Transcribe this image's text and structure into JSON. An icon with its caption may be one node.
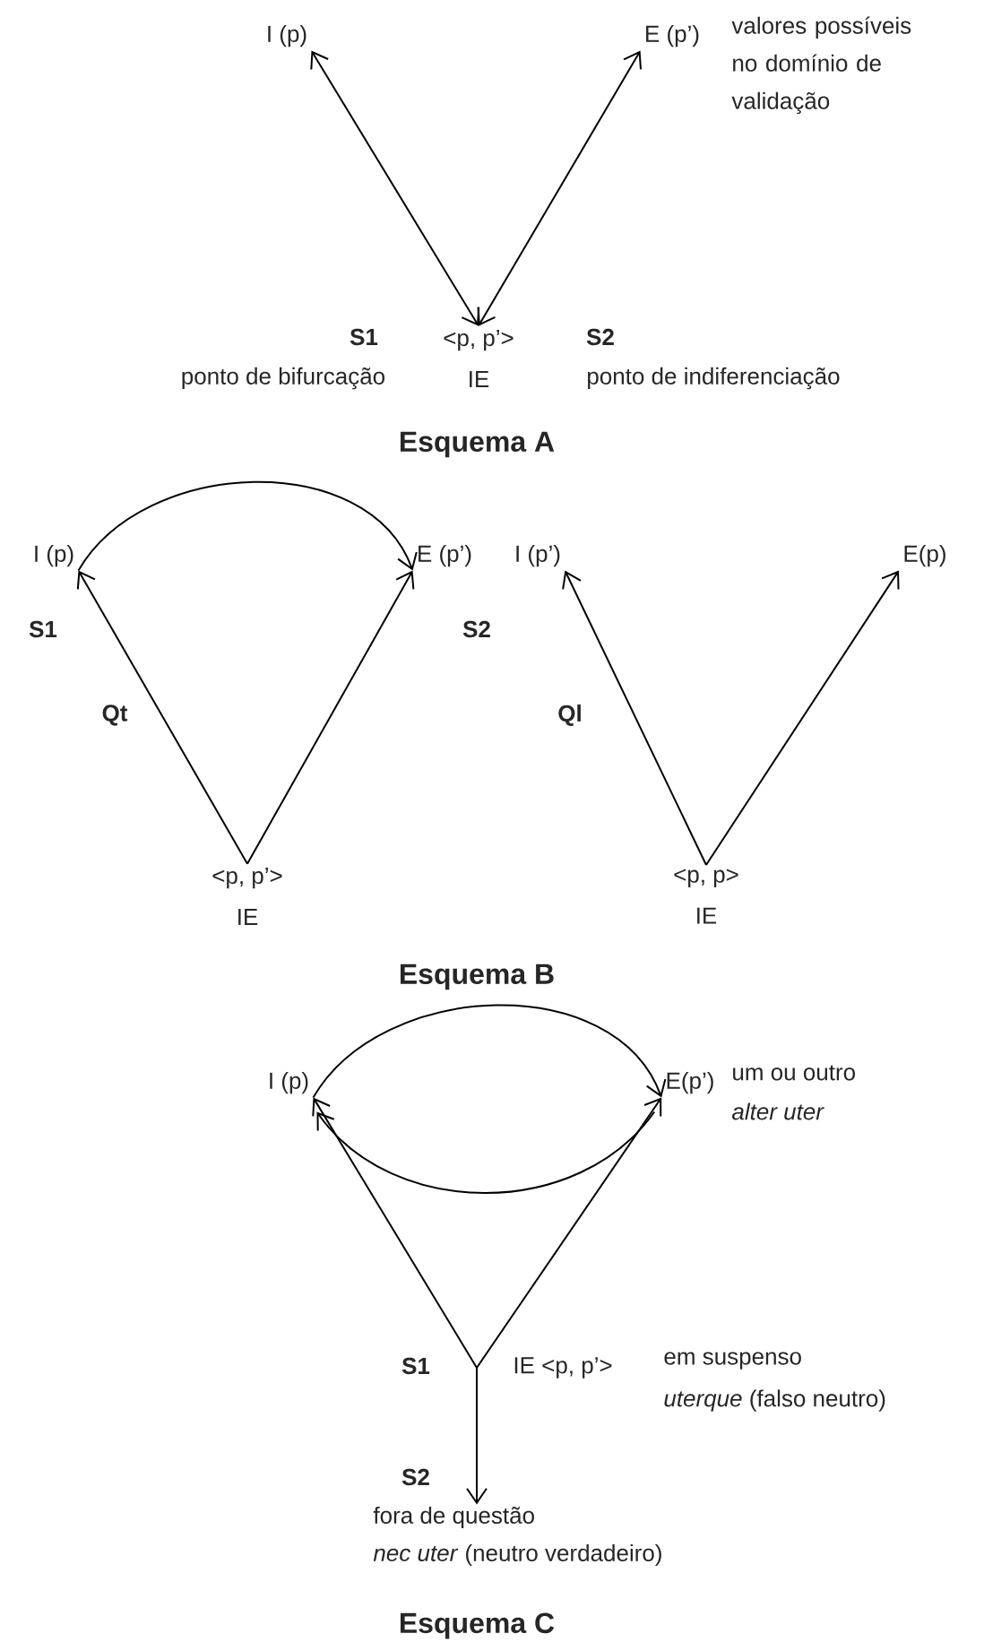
{
  "diagram": {
    "nodes": [
      {
        "text": [
          "I (p)"
        ]
      },
      {
        "text": [
          "E (p’)"
        ],
        "beside": [
          "valores possíveis no domínio de validação"
        ]
      },
      {
        "text": [
          "<p, p’>",
          "IE"
        ]
      },
      {
        "text": [
          "I (p)"
        ]
      },
      {
        "text": [
          "E (p’)"
        ]
      },
      {
        "text": [
          "<p, p’>",
          "IE"
        ]
      },
      {
        "text": [
          "I (p’)"
        ]
      },
      {
        "text": [
          "E(p)"
        ]
      },
      {
        "text": [
          "<p, p>",
          "IE"
        ]
      },
      {
        "text": [
          "I (p)"
        ]
      },
      {
        "text": [
          "E(p’)"
        ],
        "beside": [
          "um ou outro",
          "alter uter"
        ]
      },
      {
        "text": [
          "IE <p, p’>"
        ],
        "beside": [
          "em suspenso",
          "*uterque* (falso neutro)"
        ]
      },
      {
        "text": [
          "fora de questão",
          "*nec uter* (neutro verdadeiro)"
        ]
      }
    ],
    "edges": [
      {
        "from": 2,
        "to": 0,
        "arrow": "both"
      },
      {
        "from": 2,
        "to": 1,
        "arrow": "both"
      },
      {
        "from": 3,
        "to": 4,
        "arrow": "to"
      },
      {
        "from": 5,
        "to": 3,
        "arrow": "to",
        "label": "Qt"
      },
      {
        "from": 5,
        "to": 4,
        "arrow": "to"
      },
      {
        "from": 8,
        "to": 6,
        "arrow": "to",
        "label": "Ql"
      },
      {
        "from": 8,
        "to": 7,
        "arrow": "to"
      },
      {
        "from": 9,
        "to": 10,
        "arrow": "to"
      },
      {
        "from": 10,
        "to": 9,
        "arrow": "to"
      },
      {
        "from": 11,
        "to": 9,
        "arrow": "to"
      },
      {
        "from": 11,
        "to": 10,
        "arrow": "to"
      },
      {
        "from": 11,
        "to": 12,
        "arrow": "to"
      }
    ],
    "labels": [
      "S1",
      "S2",
      "ponto de bifurcação",
      "ponto de indiferenciação",
      "Esquema A",
      "S1",
      "S2",
      "Esquema B",
      "S1",
      "S2",
      "Esquema C"
    ]
  }
}
